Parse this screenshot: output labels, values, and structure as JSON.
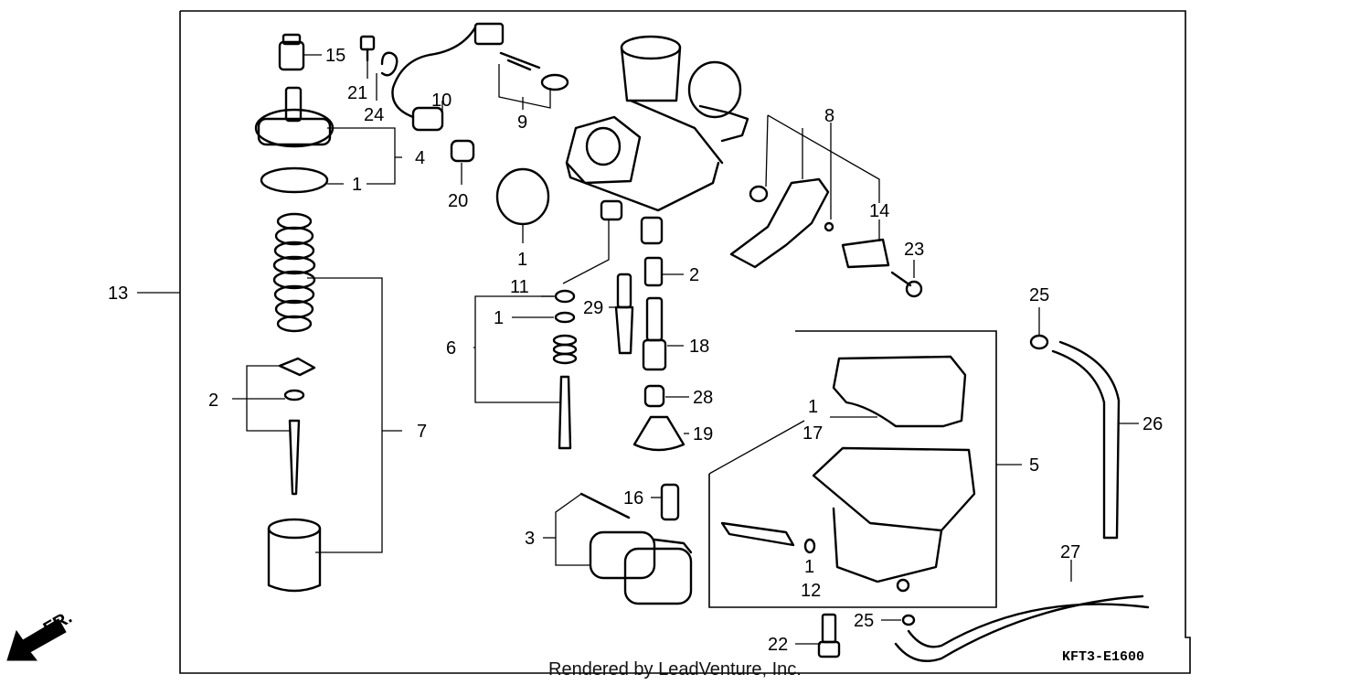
{
  "diagram_code": "KFT3-E1600",
  "credit": "Rendered by LeadVenture, Inc.",
  "direction": "FR.",
  "callouts": [
    "13",
    "15",
    "21",
    "24",
    "4",
    "1",
    "2",
    "7",
    "10",
    "20",
    "9",
    "1",
    "11",
    "1",
    "6",
    "29",
    "2",
    "18",
    "28",
    "19",
    "8",
    "14",
    "23",
    "25",
    "26",
    "1",
    "17",
    "5",
    "16",
    "3",
    "1",
    "12",
    "27",
    "25",
    "22"
  ]
}
